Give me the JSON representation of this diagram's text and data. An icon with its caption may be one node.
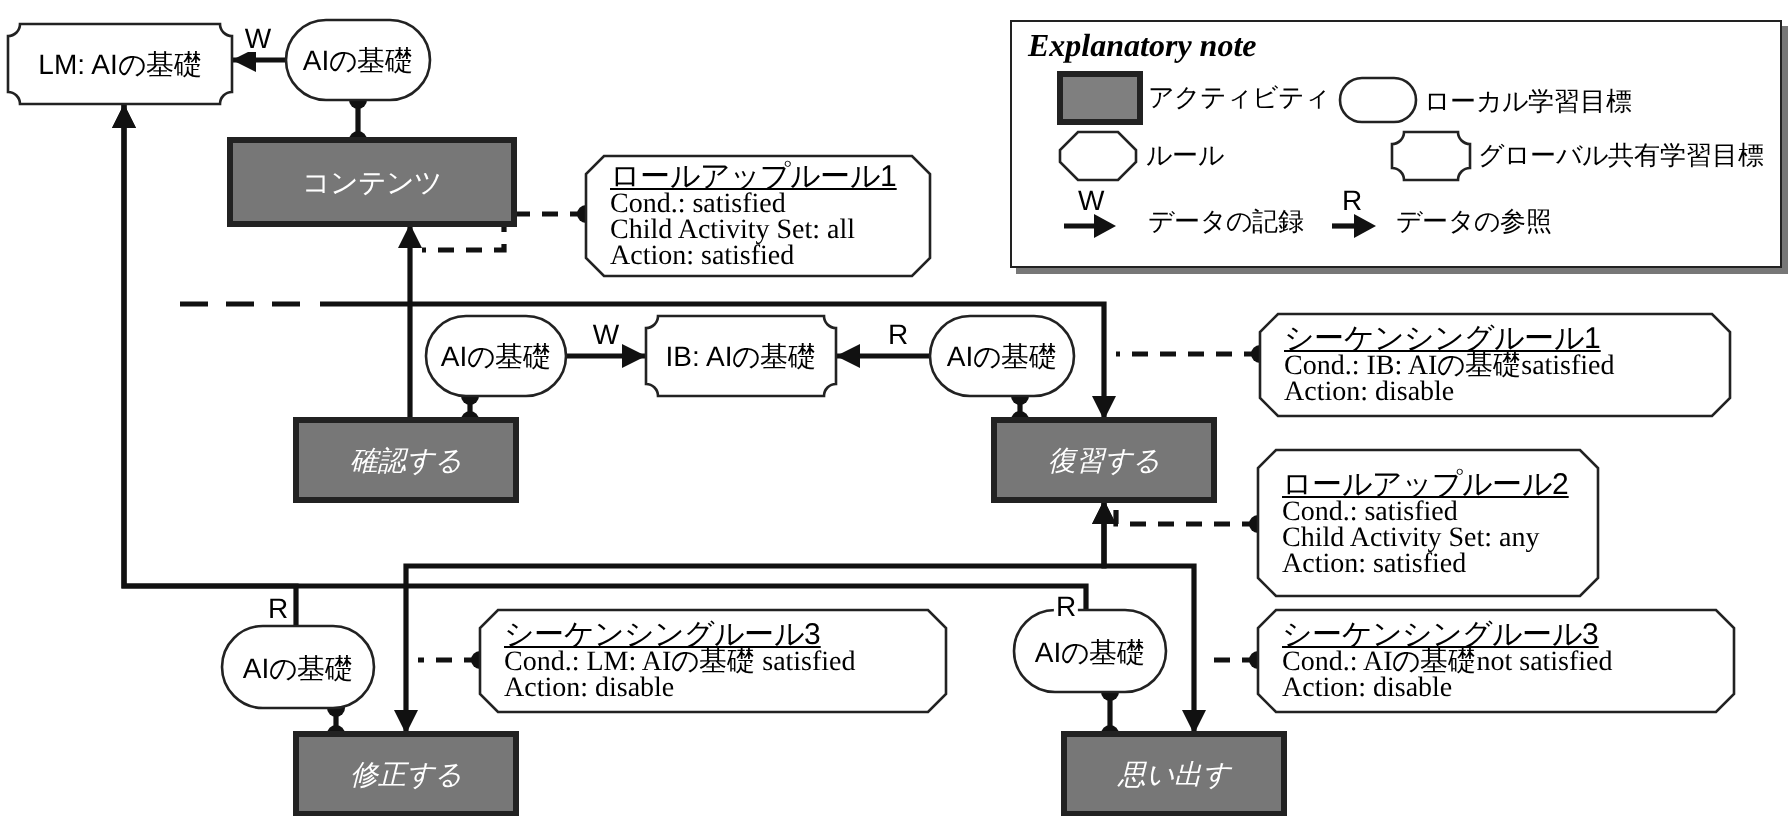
{
  "diagram": {
    "nodes": [
      {
        "text": [
          "LM: AIの基礎"
        ]
      },
      {
        "text": [
          "AIの基礎"
        ]
      },
      {
        "text": [
          "コンテンツ"
        ]
      },
      {
        "text": [
          "ロールアップルール1",
          "Cond.: satisfied",
          "Child Activity Set: all",
          "Action: satisfied"
        ]
      },
      {
        "text": [
          "AIの基礎"
        ]
      },
      {
        "text": [
          "IB: AIの基礎"
        ]
      },
      {
        "text": [
          "AIの基礎"
        ]
      },
      {
        "text": [
          "シーケンシングルール1",
          "Cond.: IB: AIの基礎satisfied",
          "Action: disable"
        ]
      },
      {
        "text": [
          "確認する"
        ]
      },
      {
        "text": [
          "復習する"
        ]
      },
      {
        "text": [
          "ロールアップルール2",
          "Cond.: satisfied",
          "Child Activity Set: any",
          "Action: satisfied"
        ]
      },
      {
        "text": [
          "AIの基礎"
        ]
      },
      {
        "text": [
          "シーケンシングルール3",
          "Cond.: LM: AIの基礎 satisfied",
          "Action: disable"
        ]
      },
      {
        "text": [
          "修正する"
        ]
      },
      {
        "text": [
          "AIの基礎"
        ]
      },
      {
        "text": [
          "シーケンシングルール3",
          "Cond.: AIの基礎not satisfied",
          "Action: disable"
        ]
      },
      {
        "text": [
          "思い出す"
        ]
      }
    ],
    "edges": [
      {
        "from": 1,
        "to": 0,
        "arrow": "to",
        "label": "W"
      },
      {
        "from": 1,
        "to": 2,
        "arrow": "other"
      },
      {
        "from": 3,
        "to": null,
        "arrow": "other",
        "style": "dashed"
      },
      {
        "from": 8,
        "to": 2,
        "arrow": "to"
      },
      {
        "from": null,
        "to": 9,
        "arrow": "to"
      },
      {
        "from": 4,
        "to": 8,
        "arrow": "other"
      },
      {
        "from": 4,
        "to": 5,
        "arrow": "to",
        "label": "W"
      },
      {
        "from": 6,
        "to": 5,
        "arrow": "to",
        "label": "R"
      },
      {
        "from": 6,
        "to": 9,
        "arrow": "other"
      },
      {
        "from": 7,
        "to": null,
        "arrow": "other",
        "style": "dashed"
      },
      {
        "from": 10,
        "to": 9,
        "arrow": "other",
        "style": "dashed"
      },
      {
        "from": 13,
        "to": 9,
        "arrow": "both"
      },
      {
        "from": 16,
        "to": 9,
        "arrow": "both"
      },
      {
        "from": 11,
        "to": 0,
        "arrow": "to",
        "label": "R"
      },
      {
        "from": 14,
        "to": 0,
        "arrow": "to",
        "label": "R"
      },
      {
        "from": 11,
        "to": 13,
        "arrow": "other"
      },
      {
        "from": 12,
        "to": null,
        "arrow": "other",
        "style": "dashed"
      },
      {
        "from": 14,
        "to": 16,
        "arrow": "other"
      },
      {
        "from": 15,
        "to": null,
        "arrow": "other",
        "style": "dashed"
      }
    ],
    "labels": [
      "Explanatory note",
      "W",
      "R"
    ],
    "legend": [
      {
        "text": "アクティビティ",
        "color": "#7f7f7f"
      },
      {
        "text": "ローカル学習目標"
      },
      {
        "text": "ルール"
      },
      {
        "text": "グローバル共有学習目標"
      },
      {
        "text": "データの記録"
      },
      {
        "text": "データの参照"
      }
    ]
  }
}
